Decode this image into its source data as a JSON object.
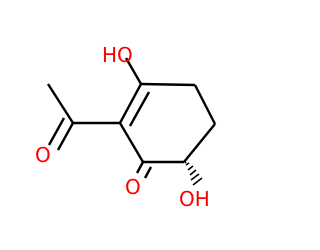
{
  "molecule": {
    "labels": {
      "hydroxyl_top": "HO",
      "carbonyl_oxygen_left": "O",
      "carbonyl_oxygen_bottom": "O",
      "hydroxyl_bottom": "OH"
    },
    "colors": {
      "bond": "#000000",
      "oxygen": "#ff0000"
    },
    "stereo": {
      "chiral_center": "hashed-wedge"
    }
  }
}
